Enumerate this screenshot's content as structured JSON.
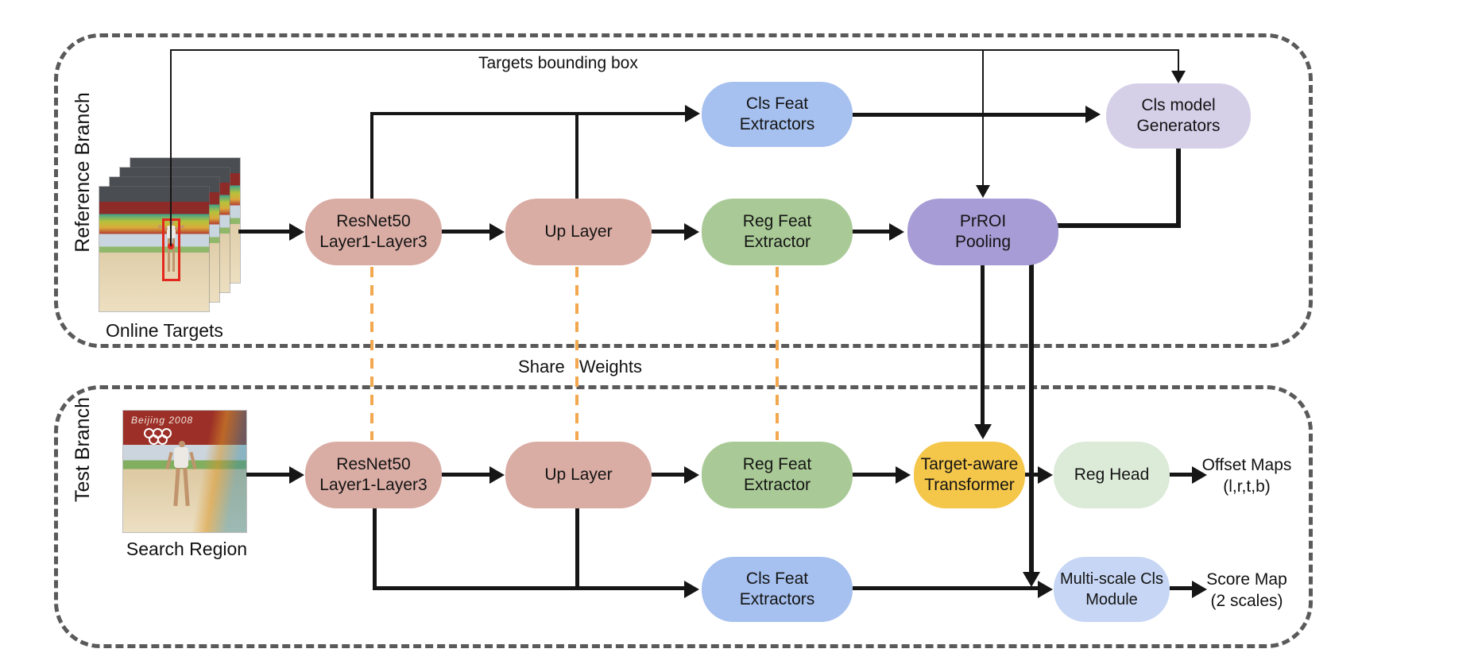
{
  "branches": {
    "reference": {
      "label": "Reference Branch",
      "caption": "Online Targets"
    },
    "test": {
      "label": "Test Branch",
      "caption": "Search Region"
    }
  },
  "annotations": {
    "targets_bounding_box": "Targets bounding box",
    "share_weights": "Share Weights"
  },
  "nodes": {
    "ref_resnet": {
      "line1": "ResNet50",
      "line2": "Layer1-Layer3",
      "color": "#d9aca4"
    },
    "ref_up_layer": {
      "label": "Up Layer",
      "color": "#d9aca4"
    },
    "ref_reg_feat": {
      "line1": "Reg Feat",
      "line2": "Extractor",
      "color": "#a9ca96"
    },
    "ref_cls_feat": {
      "line1": "Cls Feat",
      "line2": "Extractors",
      "color": "#a6c0ef"
    },
    "cls_model_generators": {
      "line1": "Cls model",
      "line2": "Generators",
      "color": "#d6cfe8"
    },
    "prroi_pooling": {
      "line1": "PrROI",
      "line2": "Pooling",
      "color": "#a79cd5"
    },
    "test_resnet": {
      "line1": "ResNet50",
      "line2": "Layer1-Layer3",
      "color": "#d9aca4"
    },
    "test_up_layer": {
      "label": "Up Layer",
      "color": "#d9aca4"
    },
    "test_reg_feat": {
      "line1": "Reg Feat",
      "line2": "Extractor",
      "color": "#a9ca96"
    },
    "target_aware_transformer": {
      "line1": "Target-aware",
      "line2": "Transformer",
      "color": "#f4c64a"
    },
    "reg_head": {
      "label": "Reg Head",
      "color": "#dcead8"
    },
    "test_cls_feat": {
      "line1": "Cls Feat",
      "line2": "Extractors",
      "color": "#a6c0ef"
    },
    "multi_scale_cls": {
      "line1": "Multi-scale Cls",
      "line2": "Module",
      "color": "#c6d6f4"
    }
  },
  "outputs": {
    "offset_maps": {
      "line1": "Offset Maps",
      "line2": "(l,r,t,b)"
    },
    "score_map": {
      "line1": "Score Map",
      "line2": "(2 scales)"
    }
  },
  "images": {
    "online_targets": {
      "frame_count": 4,
      "bbox_color": "#e3281e"
    },
    "search_region": {
      "banner_text": "Beijing 2008"
    }
  },
  "colors": {
    "share_weights_dash": "#f3a74e",
    "container_dash": "#5a5a5a",
    "connector": "#161616"
  }
}
